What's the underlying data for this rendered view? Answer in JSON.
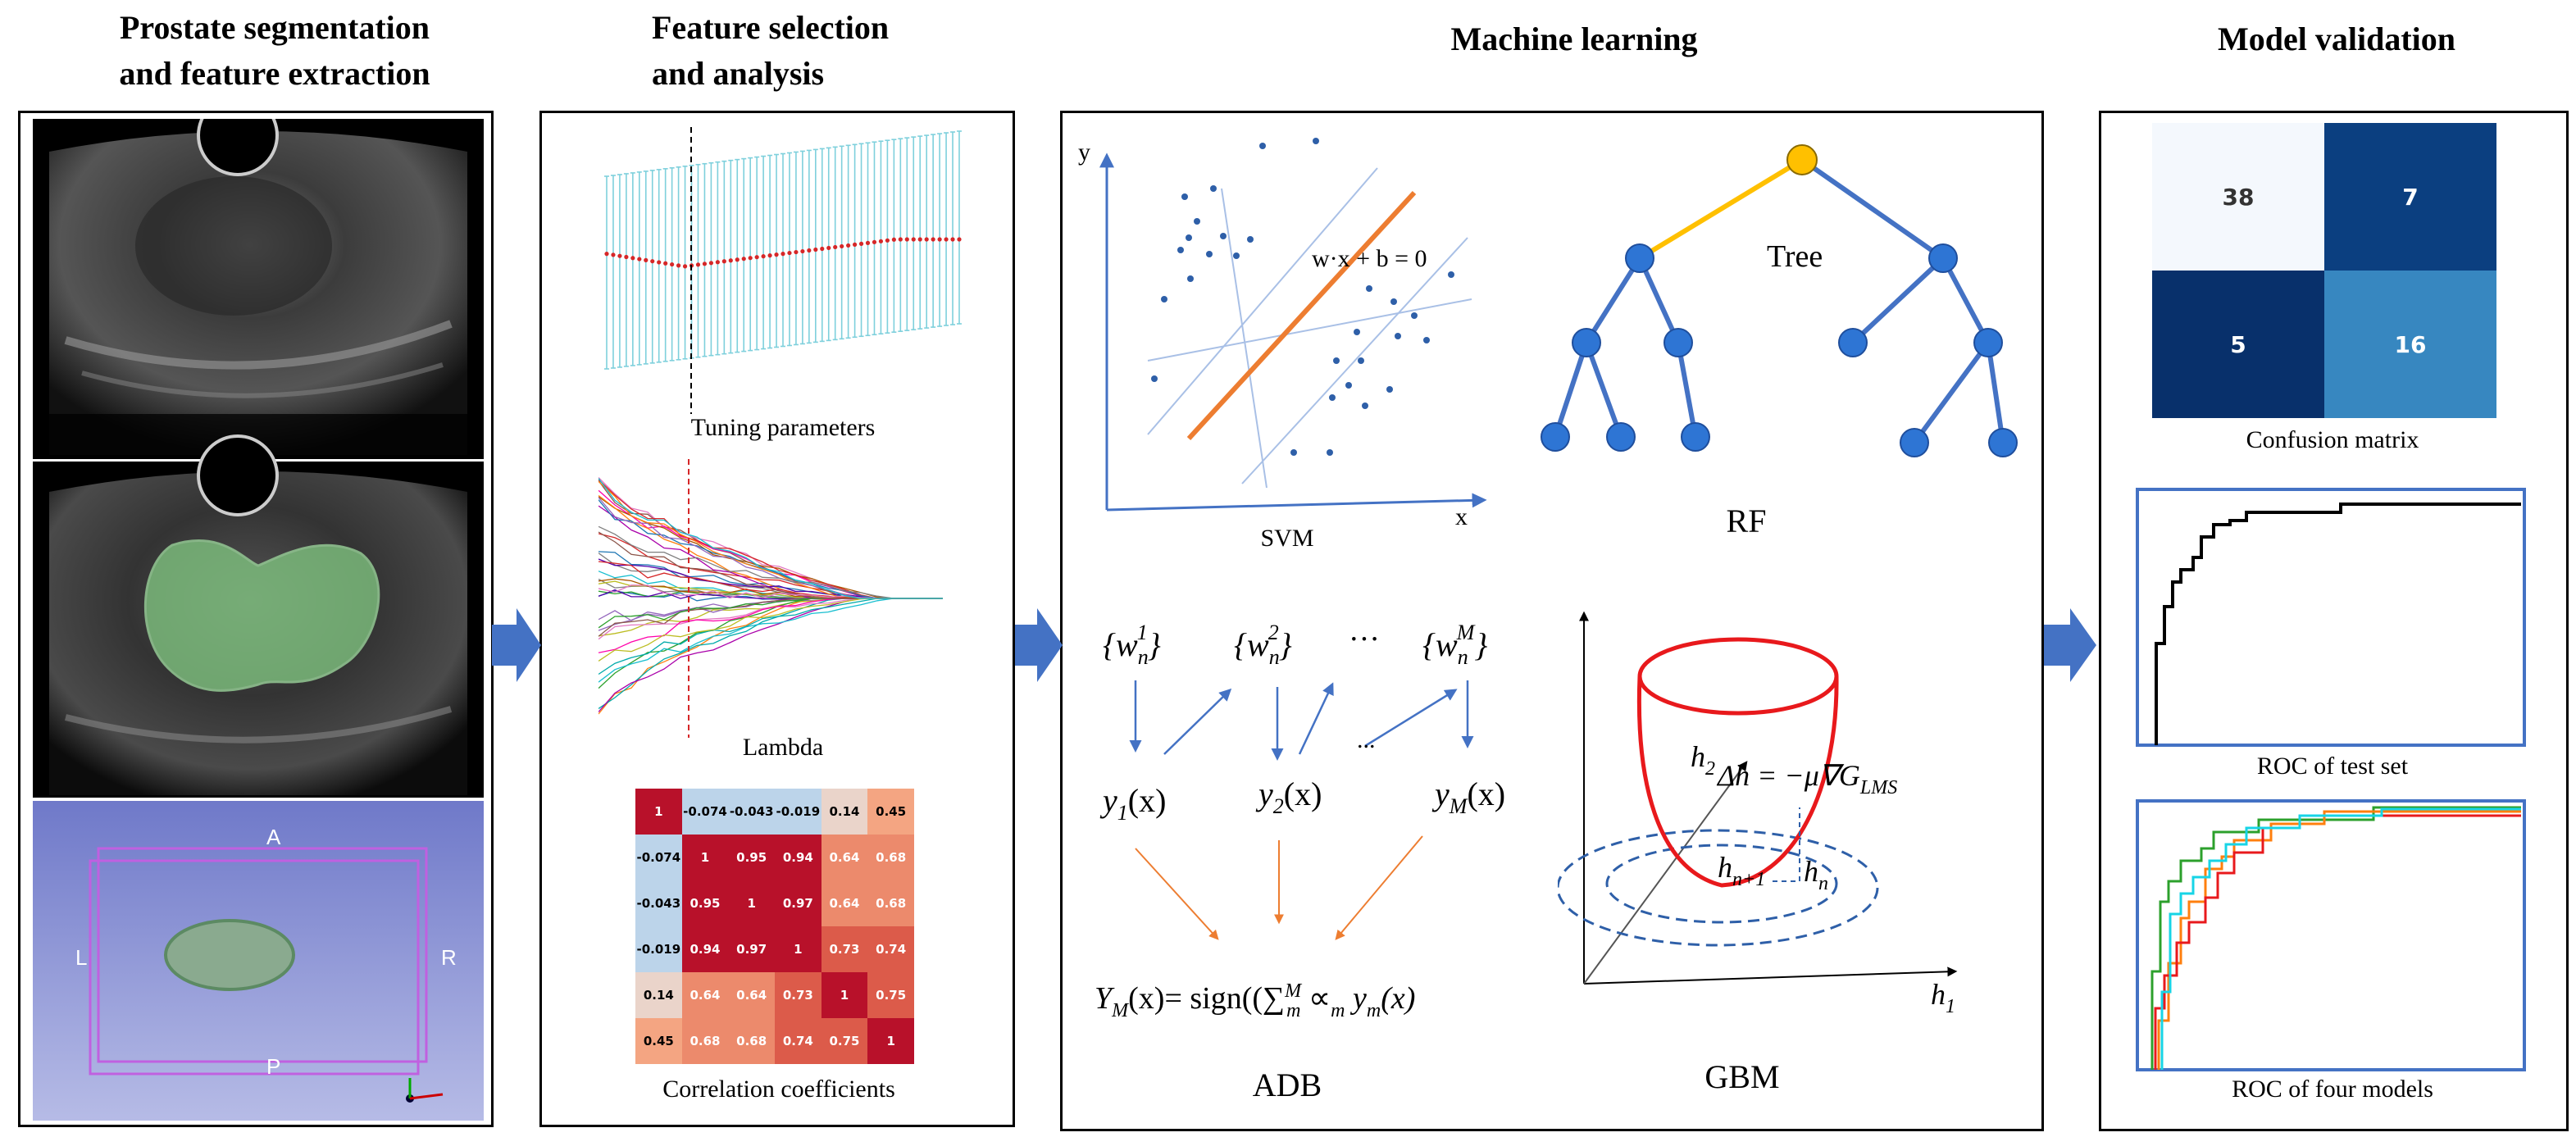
{
  "sections": [
    {
      "title_line1": "Prostate segmentation",
      "title_line2": "and feature extraction"
    },
    {
      "title_line1": "Feature selection",
      "title_line2": "and analysis"
    },
    {
      "title_line1": "Machine learning"
    },
    {
      "title_line1": "Model validation"
    }
  ],
  "segmentation": {
    "directions": {
      "anterior": "A",
      "posterior": "P",
      "left": "L",
      "right": "R"
    }
  },
  "feature": {
    "tuning_caption": "Tuning parameters",
    "lambda_caption": "Lambda",
    "corr_caption": "Correlation coefficients",
    "corr_matrix": [
      [
        "1",
        "-0.074",
        "-0.043",
        "-0.019",
        "0.14",
        "0.45"
      ],
      [
        "-0.074",
        "1",
        "0.95",
        "0.94",
        "0.64",
        "0.68"
      ],
      [
        "-0.043",
        "0.95",
        "1",
        "0.97",
        "0.64",
        "0.68"
      ],
      [
        "-0.019",
        "0.94",
        "0.97",
        "1",
        "0.73",
        "0.74"
      ],
      [
        "0.14",
        "0.64",
        "0.64",
        "0.73",
        "1",
        "0.75"
      ],
      [
        "0.45",
        "0.68",
        "0.68",
        "0.74",
        "0.75",
        "1"
      ]
    ]
  },
  "ml": {
    "svm": {
      "caption": "SVM",
      "x_axis": "x",
      "y_axis": "y",
      "equation": "w·x + b = 0"
    },
    "rf": {
      "caption": "RF",
      "tree_label": "Tree"
    },
    "adb": {
      "caption": "ADB",
      "dots": "···",
      "dots2": "...",
      "formula": "= sign((∑"
    },
    "gbm": {
      "caption": "GBM",
      "formula": "Δh = −μ∇G"
    }
  },
  "validation": {
    "confusion_caption": "Confusion matrix",
    "confusion": [
      [
        "38",
        "7"
      ],
      [
        "5",
        "16"
      ]
    ],
    "roc_test_caption": "ROC of test set",
    "roc_four_caption": "ROC of four models"
  },
  "colors": {
    "arrow": "#4472c4",
    "svm_line": "#ed7d31",
    "tree_node": "#2e75d4",
    "tree_root": "#ffc000",
    "gbm_bowl": "#e8191c",
    "roc_border": "#4472c4"
  }
}
